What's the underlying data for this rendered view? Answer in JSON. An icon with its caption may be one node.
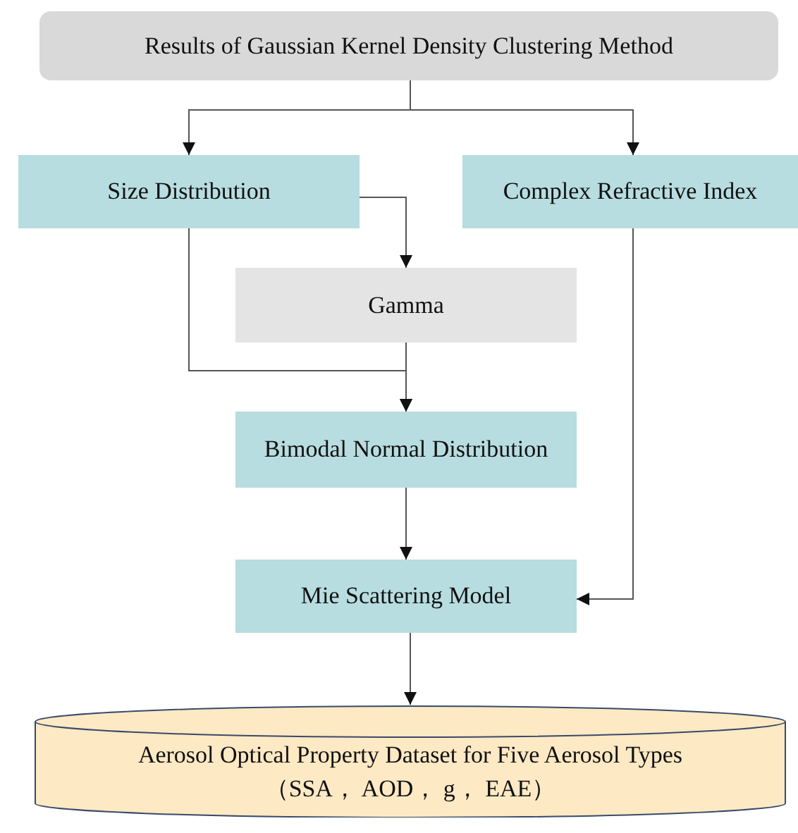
{
  "diagram": {
    "nodes": [
      {
        "text": [
          "Results of Gaussian Kernel Density Clustering Method"
        ]
      },
      {
        "text": [
          "Size Distribution"
        ]
      },
      {
        "text": [
          "Complex Refractive Index"
        ]
      },
      {
        "text": [
          "Gamma"
        ]
      },
      {
        "text": [
          "Bimodal Normal Distribution"
        ]
      },
      {
        "text": [
          "Mie Scattering Model"
        ]
      },
      {
        "text": [
          "Aerosol Optical Property Dataset for Five Aerosol Types （SSA， AOD， g， EAE）"
        ]
      }
    ],
    "edges": [
      {
        "from": 0,
        "to": 1,
        "arrow": "to"
      },
      {
        "from": 0,
        "to": 2,
        "arrow": "to"
      },
      {
        "from": 1,
        "to": 3,
        "arrow": "to"
      },
      {
        "from": 1,
        "to": 4,
        "arrow": "to"
      },
      {
        "from": 3,
        "to": 4,
        "arrow": "to"
      },
      {
        "from": 4,
        "to": 5,
        "arrow": "to"
      },
      {
        "from": 2,
        "to": 5,
        "arrow": "to"
      },
      {
        "from": 5,
        "to": 6,
        "arrow": "to"
      }
    ]
  }
}
